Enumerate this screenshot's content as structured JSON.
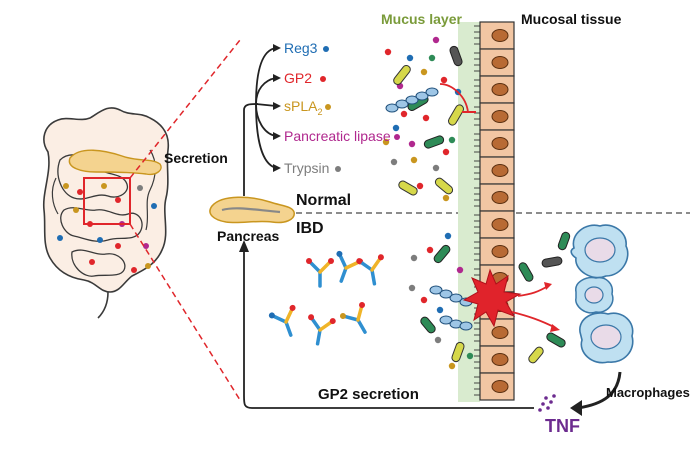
{
  "labels": {
    "mucus_layer": "Mucus layer",
    "mucosal_tissue": "Mucosal tissue",
    "secretion": "Secretion",
    "pancreas": "Pancreas",
    "normal": "Normal",
    "ibd": "IBD",
    "gp2_secretion": "GP2 secretion",
    "macrophages": "Macrophages",
    "tnf": "TNF"
  },
  "secretion_items": [
    {
      "label": "Reg3",
      "color": "#1f6db3"
    },
    {
      "label": "GP2",
      "color": "#e0262b"
    },
    {
      "label": "sPLA",
      "sub": "2",
      "color": "#c9961f"
    },
    {
      "label": "Pancreatic lipase",
      "color": "#b0288e"
    },
    {
      "label": "Trypsin",
      "color": "#7d7d7d"
    }
  ],
  "colors": {
    "mucus": "#7a9b3a",
    "tnf": "#6c2b8f",
    "arrow": "#222222",
    "red_line": "#e0262b",
    "cell_fill": "#f2c6a3",
    "nucleus": "#b86a34",
    "mucus_band": "#d9ebcf",
    "pancreas_fill": "#f4d38f",
    "bacteria_green": "#2e8b57",
    "bacteria_yellow": "#d6d84a",
    "macrophage_fill": "#bfe0f1",
    "macrophage_core": "#e9dbe8"
  },
  "icons": [
    "intestine-icon",
    "pancreas-icon",
    "bacteria-icon",
    "antibody-icon",
    "macrophage-icon",
    "damage-burst-icon"
  ]
}
